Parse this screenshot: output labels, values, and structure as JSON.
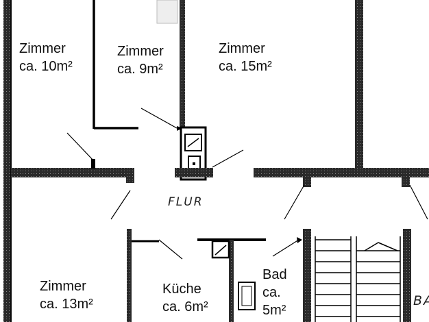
{
  "rooms": {
    "zimmer_top_left": {
      "name": "Zimmer",
      "size": "ca. 10m²"
    },
    "zimmer_top_mid": {
      "name": "Zimmer",
      "size": "ca. 9m²"
    },
    "zimmer_top_right": {
      "name": "Zimmer",
      "size": "ca. 15m²"
    },
    "zimmer_bottom_left": {
      "name": "Zimmer",
      "size": "ca. 13m²"
    },
    "kueche": {
      "name": "Küche",
      "size": "ca. 6m²"
    },
    "bad": {
      "name": "Bad",
      "size_prefix": "ca.",
      "size": "5m²"
    }
  },
  "hallway_label": "FLUR",
  "edge_label": "BA",
  "colors": {
    "wall": "#1a1a1a",
    "wall_dark": "#000000",
    "background": "#ffffff"
  }
}
